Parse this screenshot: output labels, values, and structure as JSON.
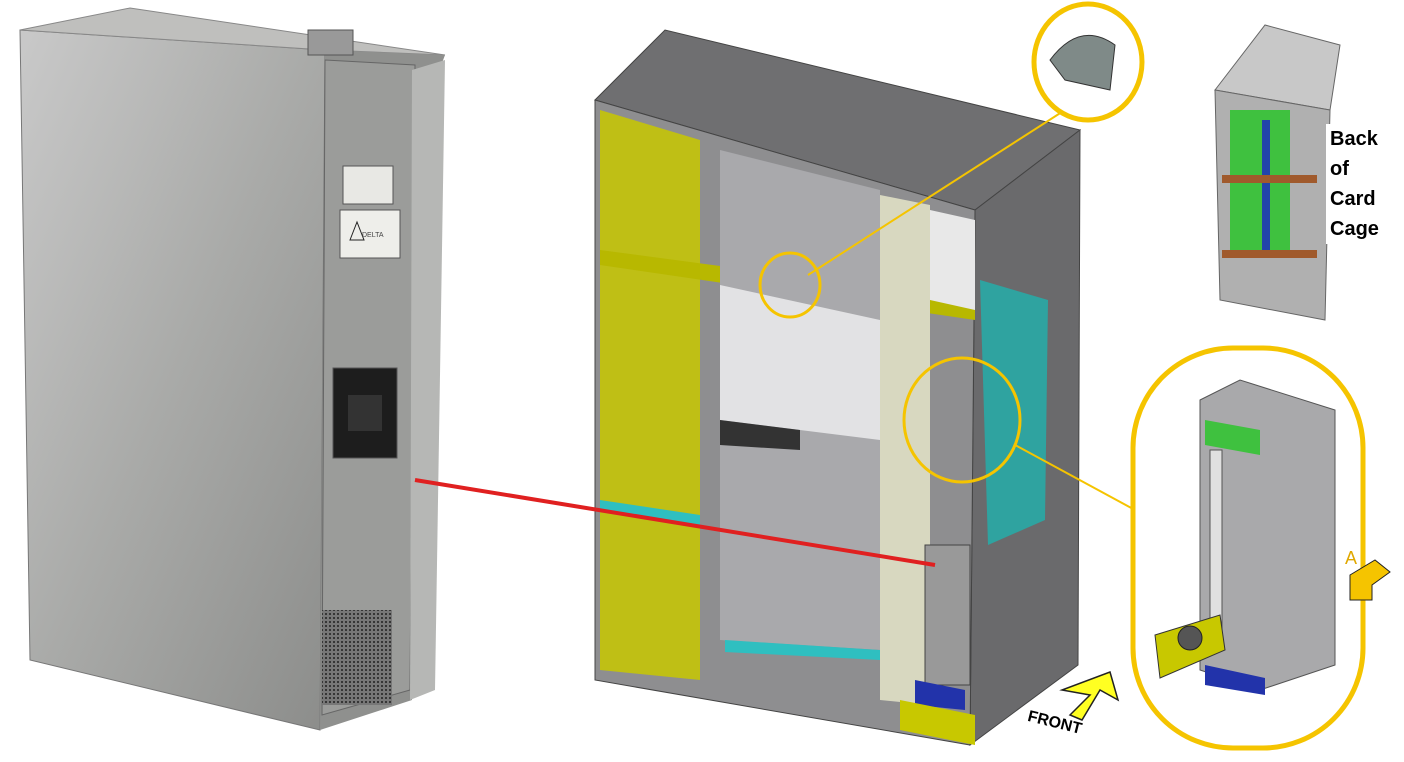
{
  "diagram": {
    "power_supply": {
      "label_brand": "DELTA"
    },
    "card_cage_label": {
      "line1": "Back",
      "line2": "of",
      "line3": "Card",
      "line4": "Cage"
    },
    "front_arrow_label": "FRONT",
    "view_marker": "A",
    "colors": {
      "callout": "#f5c400",
      "connector_line": "#e02020",
      "frame": "#c8c800",
      "cabinet_gray": "#6e6e70",
      "board_green": "#3fc13f",
      "teal": "#2fa3a0",
      "blue_base": "#2233aa"
    }
  }
}
